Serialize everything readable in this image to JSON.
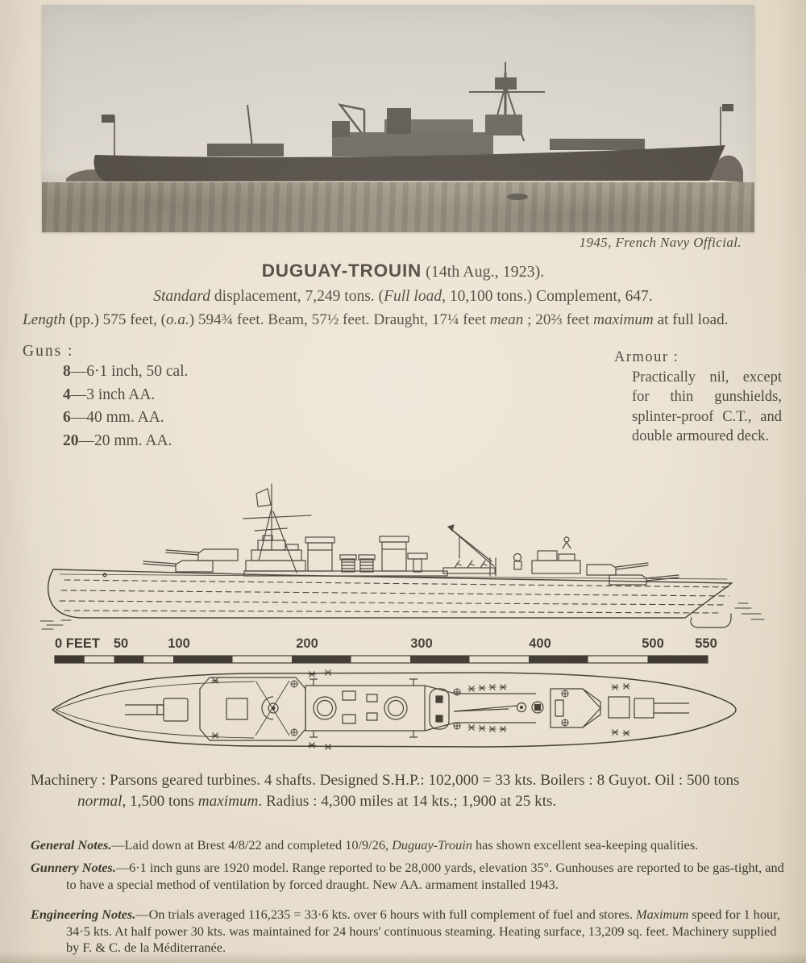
{
  "colors": {
    "paper": "#e9e0d0",
    "ink": "#2a241b",
    "drawing_ink": "#241f17",
    "photo_sky": "#d3cfc8",
    "photo_water": "#8f8779",
    "ship_silhouette": "#35302a"
  },
  "photo": {
    "caption": "1945, French Navy Official."
  },
  "header": {
    "name": "DUGUAY-TROUIN",
    "date": " (14th Aug., 1923)."
  },
  "specs": {
    "line1": [
      "Standard",
      " displacement, 7,249 tons.  (",
      "Full load",
      ", 10,100 tons.)  Complement, 647."
    ],
    "line2": [
      "Length",
      " (pp.) 575 feet, (",
      "o.a.",
      ") 594¾ feet.  Beam, 57½ feet.  Draught, 17¼ feet ",
      "mean",
      " ; 20⅔ feet ",
      "maximum",
      " at full load."
    ]
  },
  "guns": {
    "heading": "Guns :",
    "items": [
      {
        "num": "8",
        "desc": "—6·1 inch, 50 cal."
      },
      {
        "num": "4",
        "desc": "—3 inch AA."
      },
      {
        "num": "6",
        "desc": "—40 mm. AA."
      },
      {
        "num": "20",
        "desc": "—20 mm. AA."
      }
    ]
  },
  "armour": {
    "heading": "Armour :",
    "body": "Practically nil, except for thin gunshields, splinter-proof C.T., and double armoured deck."
  },
  "scale": {
    "labels": [
      "0 FEET",
      "50",
      "100",
      "200",
      "300",
      "400",
      "500",
      "550"
    ]
  },
  "machinery": {
    "parts": [
      "Machinery : Parsons geared turbines.  4 shafts.  Designed S.H.P.: 102,000 = 33 kts. Boilers : 8 Guyot.  Oil : 500 tons ",
      "normal",
      ", 1,500 tons ",
      "maximum",
      ".  Radius : 4,300 miles at 14 kts.; 1,900 at 25 kts."
    ]
  },
  "notes": {
    "general": {
      "parts": [
        "General Notes.",
        "—Laid down at Brest 4/8/22 and completed 10/9/26, ",
        "Duguay-Trouin",
        " has shown excellent sea-keeping qualities."
      ]
    },
    "gunnery": {
      "parts": [
        "Gunnery Notes.",
        "—6·1 inch guns are 1920 model.  Range reported to be 28,000 yards, elevation 35°.  Gunhouses are reported to be gas-tight, and to have a special method of ventilation by forced draught.  New AA. armament installed 1943."
      ]
    },
    "engineering": {
      "parts": [
        "Engineering Notes.",
        "—On trials averaged 116,235 = 33·6 kts. over 6 hours with full complement of fuel and stores.  ",
        "Maximum",
        " speed for 1 hour, 34·5 kts.  At half power 30 kts. was maintained for 24 hours' continuous steaming.  Heating surface, 13,209 sq. feet.  Machinery supplied by F. & C. de la Méditerranée."
      ]
    }
  }
}
